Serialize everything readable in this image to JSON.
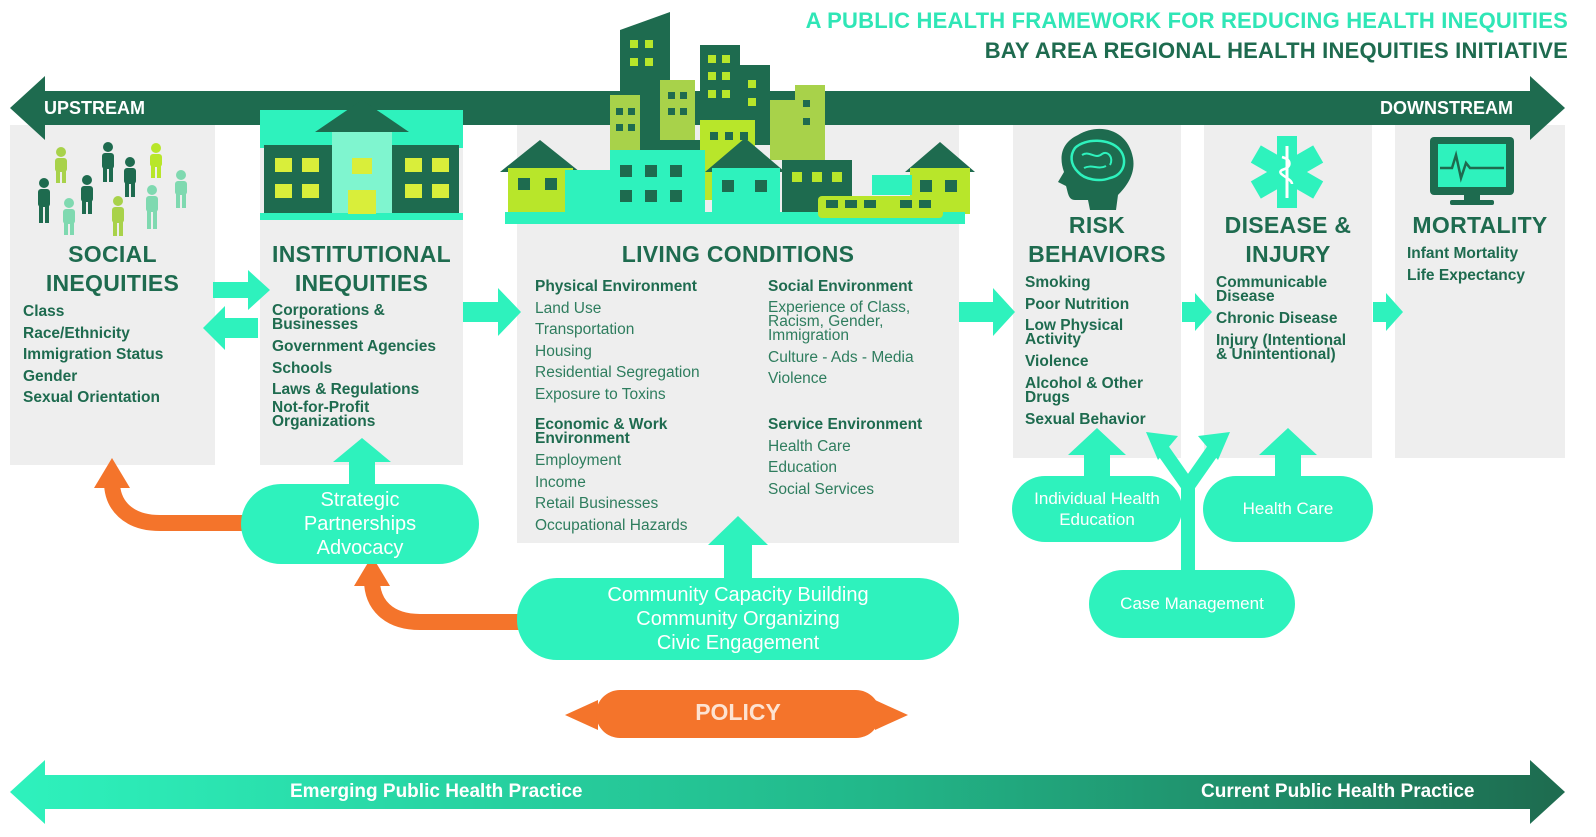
{
  "header": {
    "title": "A PUBLIC HEALTH FRAMEWORK  FOR REDUCING HEALTH INEQUITIES",
    "subtitle": "BAY AREA REGIONAL HEALTH INEQUITIES INITIATIVE"
  },
  "stream": {
    "upstream": "UPSTREAM",
    "downstream": "DOWNSTREAM"
  },
  "social": {
    "title_line1": "SOCIAL",
    "title_line2": "INEQUITIES",
    "items": [
      "Class",
      "Race/Ethnicity",
      "Immigration Status",
      "Gender",
      "Sexual Orientation"
    ]
  },
  "institutional": {
    "title_line1": "INSTITUTIONAL",
    "title_line2": "INEQUITIES",
    "items": [
      "Corporations &",
      "Businesses",
      "Government Agencies",
      "Schools",
      "Laws & Regulations",
      "Not-for-Profit",
      "Organizations"
    ]
  },
  "living": {
    "title": "LIVING CONDITIONS",
    "physical": {
      "heading": "Physical Environment",
      "items": [
        "Land Use",
        "Transportation",
        "Housing",
        "Residential Segregation",
        "Exposure to Toxins"
      ]
    },
    "economic": {
      "heading_line1": "Economic & Work",
      "heading_line2": "Environment",
      "items": [
        "Employment",
        "Income",
        "Retail Businesses",
        "Occupational Hazards"
      ]
    },
    "social_env": {
      "heading": "Social Environment",
      "items": [
        "Experience of Class,",
        "Racism, Gender,",
        "Immigration",
        "Culture - Ads - Media",
        "Violence"
      ]
    },
    "service": {
      "heading": "Service Environment",
      "items": [
        "Health Care",
        "Education",
        "Social Services"
      ]
    }
  },
  "risk": {
    "title_line1": "RISK",
    "title_line2": "BEHAVIORS",
    "items": [
      "Smoking",
      "Poor Nutrition",
      "Low Physical",
      "Activity",
      "Violence",
      "Alcohol & Other",
      "Drugs",
      "Sexual Behavior"
    ]
  },
  "disease": {
    "title_line1": "DISEASE &",
    "title_line2": "INJURY",
    "items": [
      "Communicable",
      "Disease",
      "Chronic Disease",
      "Injury (Intentional",
      "& Unintentional)"
    ]
  },
  "mortality": {
    "title": "MORTALITY",
    "items": [
      "Infant Mortality",
      "Life Expectancy"
    ]
  },
  "interventions": {
    "strategic": [
      "Strategic",
      "Partnerships",
      "Advocacy"
    ],
    "community": [
      "Community Capacity Building",
      "Community Organizing",
      "Civic Engagement"
    ],
    "individual": [
      "Individual Health",
      "Education"
    ],
    "health_care": "Health Care",
    "case_management": "Case Management",
    "policy": "POLICY"
  },
  "practice": {
    "emerging": "Emerging Public Health Practice",
    "current": "Current Public Health Practice"
  },
  "colors": {
    "dark_green": "#1e6b4f",
    "mint": "#2ef2bd",
    "orange": "#f4742b",
    "lime": "#b8e62a",
    "panel": "#eeeeee"
  }
}
